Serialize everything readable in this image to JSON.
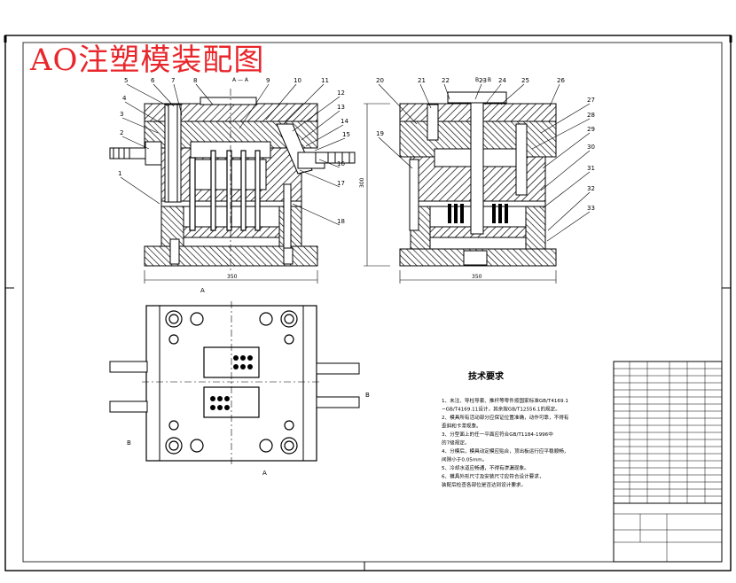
{
  "drawing": {
    "title": "AO注塑模装配图",
    "front_view_label": "A — A",
    "side_view_label": "B — B",
    "width_dim_front": "350",
    "width_dim_side": "350",
    "height_dim_side": "300",
    "section_marks": {
      "a_top": "A",
      "a_bottom": "A",
      "b_left": "B",
      "b_right": "B"
    }
  },
  "part_numbers": [
    "1",
    "2",
    "3",
    "4",
    "5",
    "6",
    "7",
    "8",
    "9",
    "10",
    "11",
    "12",
    "13",
    "14",
    "15",
    "16",
    "17",
    "18",
    "19",
    "20",
    "21",
    "22",
    "23",
    "24",
    "25",
    "26",
    "27",
    "28",
    "29",
    "30",
    "31",
    "32",
    "33"
  ],
  "tech_requirements": {
    "heading": "技术要求",
    "items": [
      "1、未注、导柱导套、推杆等零件按国家标准GB/T4169.1",
      "   ~GB/T4169.11设计，其余按GB/T12556.1的规定。",
      "2、模具所有活动部分应保证位置准确，动作可靠，不得有",
      "   歪斜和卡滞现象。",
      "3、分型面上的任一平面应符合GB/T1184-1996中",
      "   的7级规定。",
      "4、分模后，模具动定模应贴合，顶出板运行应平稳顺畅，",
      "   间隙小于0.05mm。",
      "5、冷却水道应畅通，不得有渗漏现象。",
      "6、模具外形尺寸及安装尺寸应符合设计要求，",
      "   装配后检查各部位是否达到设计要求。"
    ]
  },
  "colors": {
    "line": "#000000",
    "title": "#e8262b",
    "hatch": "#000000"
  }
}
